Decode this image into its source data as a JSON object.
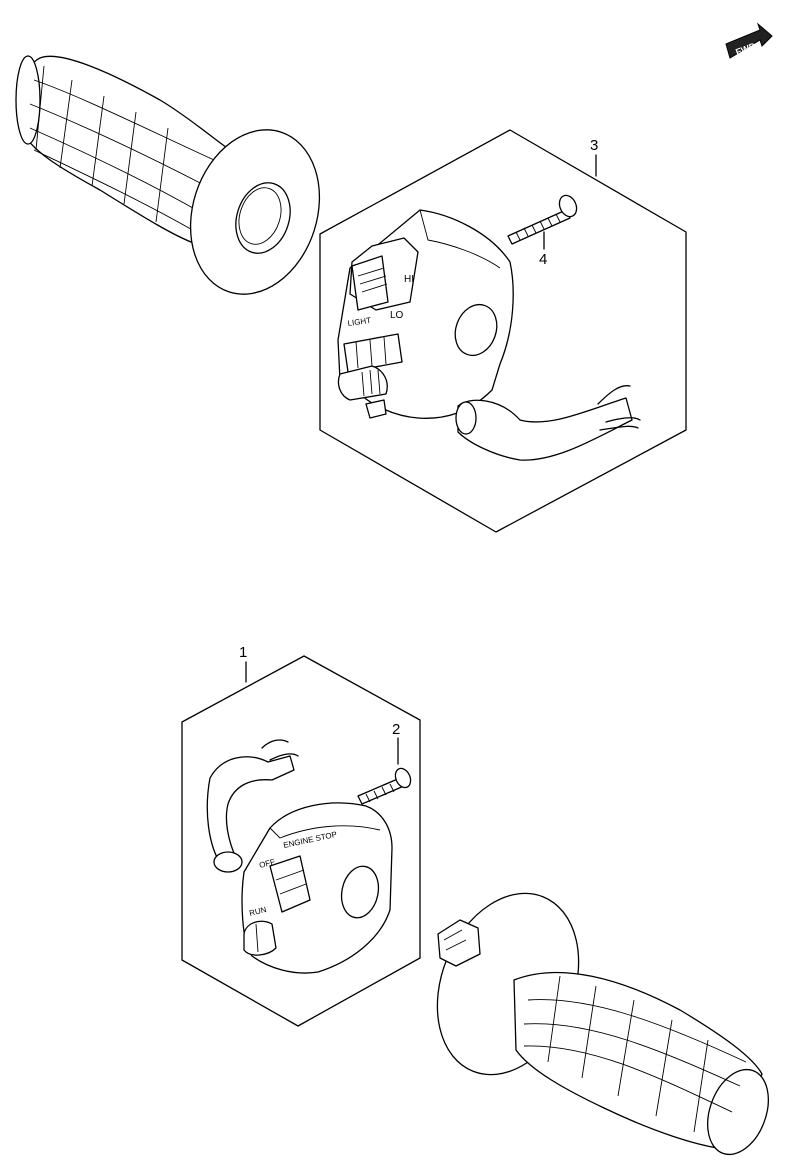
{
  "fwd_label": "FWD",
  "callouts": {
    "p1": "1",
    "p2": "2",
    "p3": "3",
    "p4": "4"
  },
  "switch_right": {
    "hi": "HI",
    "lo": "LO",
    "light": "LIGHT"
  },
  "switch_left": {
    "engine_stop": "ENGINE STOP",
    "off": "OFF",
    "run": "RUN"
  },
  "colors": {
    "line": "#000000",
    "background": "#ffffff"
  }
}
